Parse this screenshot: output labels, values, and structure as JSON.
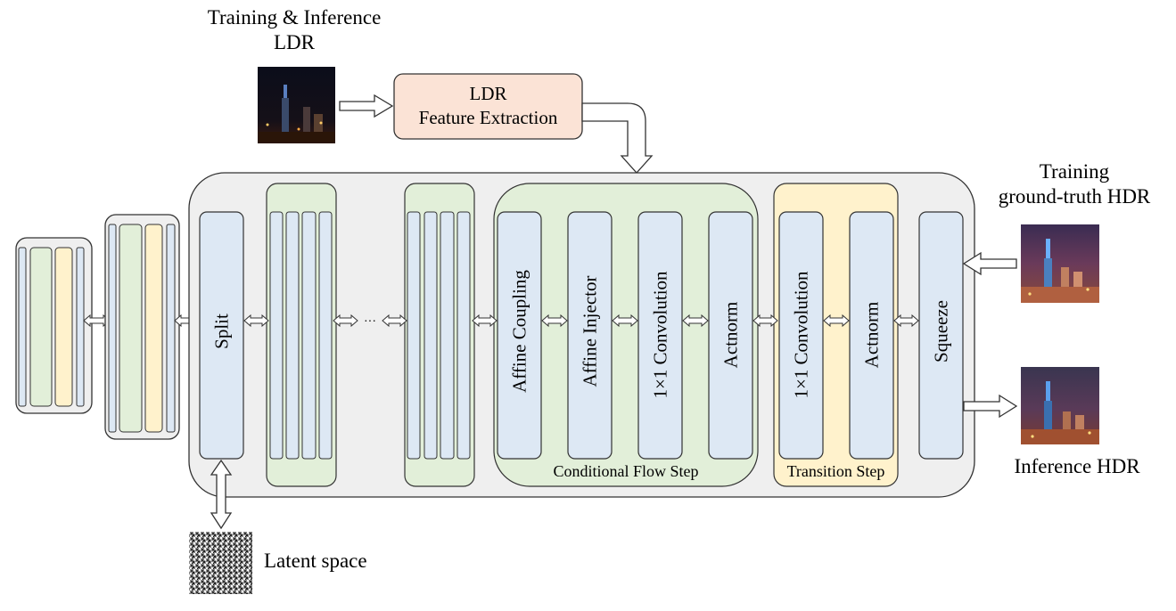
{
  "labels": {
    "ldr_input_line1": "Training & Inference",
    "ldr_input_line2": "LDR",
    "feature_line1": "LDR",
    "feature_line2": "Feature Extraction",
    "gt_line1": "Training",
    "gt_line2": "ground-truth HDR",
    "inference_hdr": "Inference HDR",
    "latent_space": "Latent space",
    "split": "Split",
    "ellipsis": "···",
    "affine_coupling": "Affine Coupling",
    "affine_injector": "Affine Injector",
    "conv1": "1×1 Convolution",
    "actnorm1": "Actnorm",
    "conv2": "1×1 Convolution",
    "actnorm2": "Actnorm",
    "squeeze": "Squeeze",
    "conditional_flow_step": "Conditional Flow Step",
    "transition_step": "Transition Step"
  },
  "colors": {
    "module_blue": "#dde8f4",
    "module_green": "#e2efd9",
    "module_yellow": "#fff2cc",
    "feature_box": "#fbe3d6",
    "level_bg": "#efefef",
    "stroke": "#333333"
  }
}
